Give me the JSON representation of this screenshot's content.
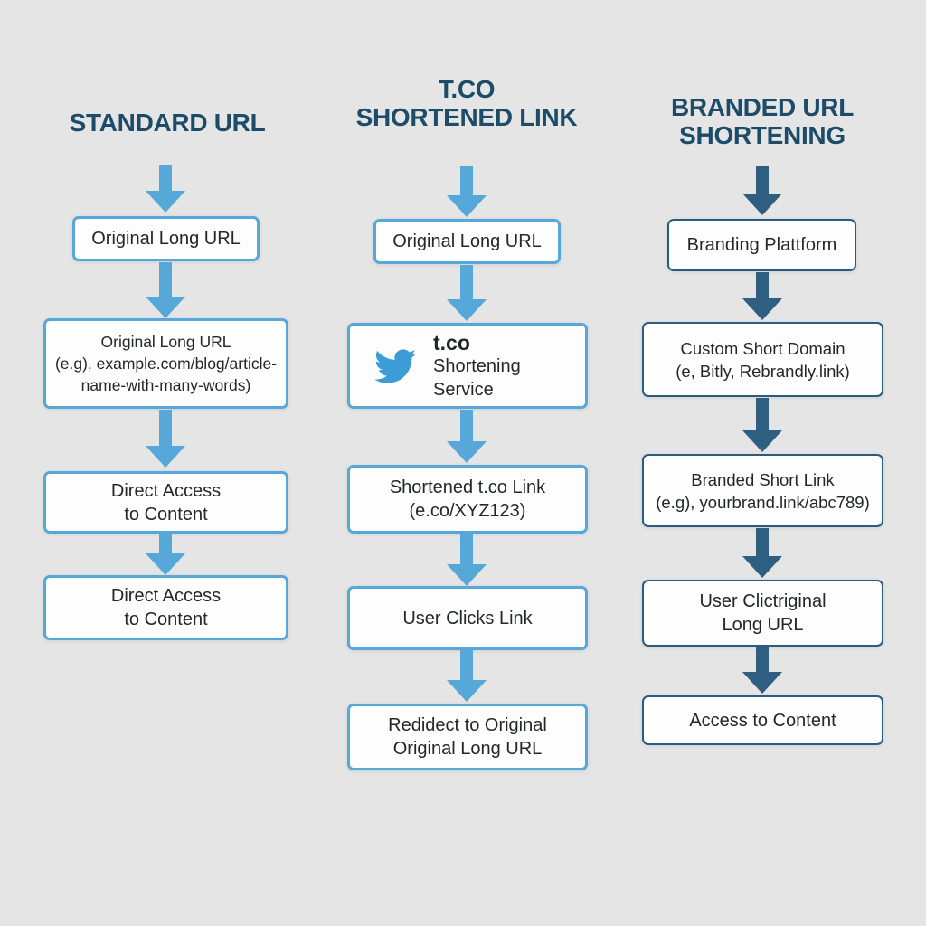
{
  "colors": {
    "background": "#e5e5e6",
    "header_text": "#1c4c68",
    "light_accent": "#55a8d8",
    "dark_accent": "#2e5e80",
    "box_fill": "#fdfdfd",
    "box_text": "#24272a",
    "twitter_blue": "#3c9cd6"
  },
  "columns": [
    {
      "id": "standard-url",
      "title_lines": [
        "STANDARD URL"
      ],
      "nodes": [
        {
          "lines": [
            "Original Long URL"
          ]
        },
        {
          "lines": [
            "Original Long URL",
            "(e.g), example.com/blog/article-",
            "name-with-many-words)"
          ]
        },
        {
          "lines": [
            "Direct Access",
            "to Content"
          ]
        },
        {
          "lines": [
            "Direct Access",
            "to Content"
          ]
        }
      ]
    },
    {
      "id": "tco-shortened-link",
      "title_lines": [
        "T.CO",
        "SHORTENED LINK"
      ],
      "nodes": [
        {
          "lines": [
            "Original Long URL"
          ]
        },
        {
          "icon": "twitter-bird",
          "title": "t.co",
          "subtitle": "Shortening Service"
        },
        {
          "lines": [
            "Shortened t.co Link",
            "(e.co/XYZ123)"
          ]
        },
        {
          "lines": [
            "User Clicks Link"
          ]
        },
        {
          "lines": [
            "Redidect to Original",
            "Original Long URL"
          ]
        }
      ]
    },
    {
      "id": "branded-url-shortening",
      "title_lines": [
        "BRANDED URL",
        "SHORTENING"
      ],
      "nodes": [
        {
          "lines": [
            "Branding Plattform"
          ]
        },
        {
          "lines": [
            "Custom Short Domain",
            "(e, Bitly, Rebrandly.link)"
          ]
        },
        {
          "lines": [
            "Branded Short Link",
            "(e.g), yourbrand.link/abc789)"
          ]
        },
        {
          "lines": [
            "User Clictriginal",
            "Long URL"
          ]
        },
        {
          "lines": [
            "Access to Content"
          ]
        }
      ]
    }
  ]
}
